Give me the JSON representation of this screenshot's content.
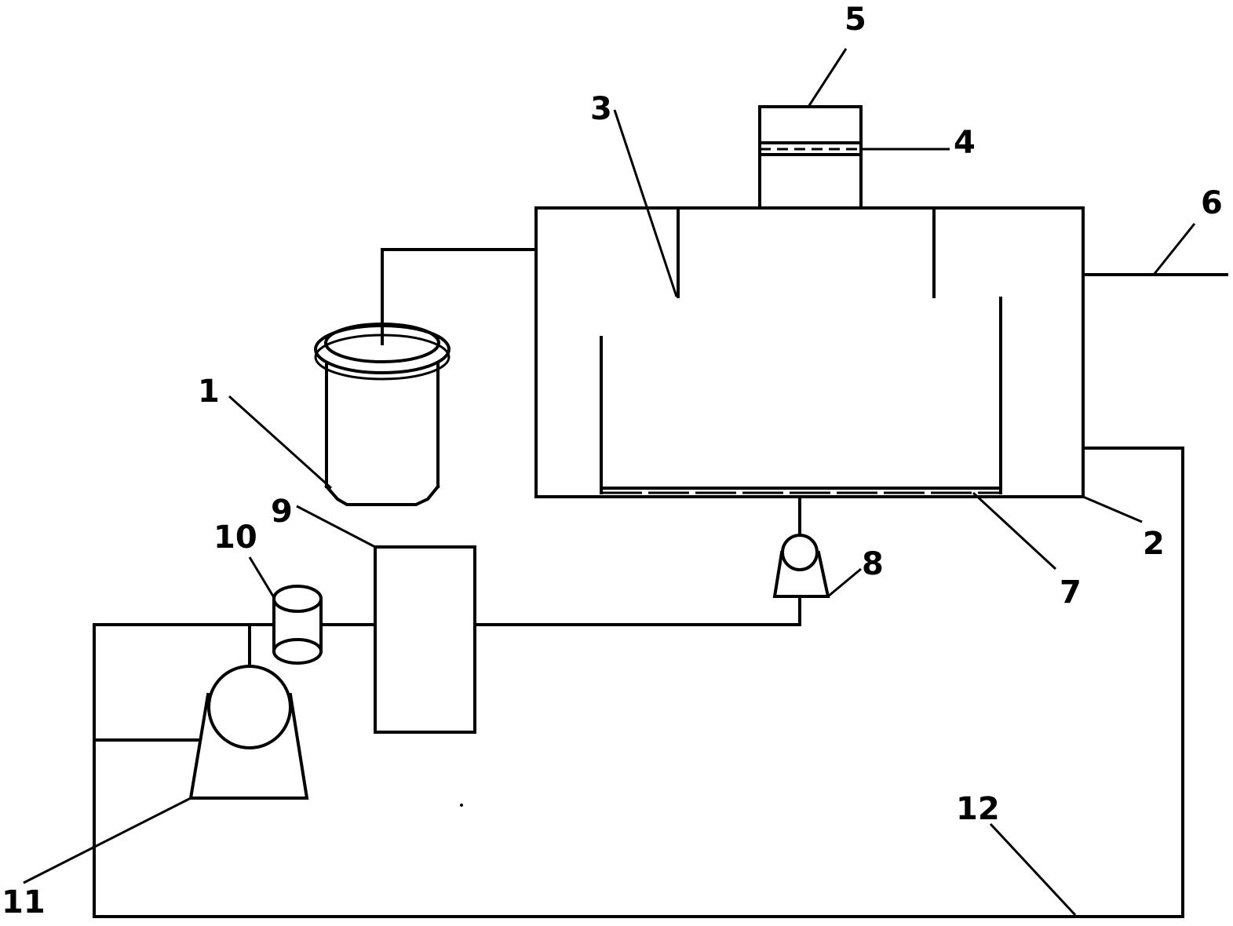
{
  "diagram": {
    "labels": {
      "l1": "1",
      "l2": "2",
      "l3": "3",
      "l4": "4",
      "l5": "5",
      "l6": "6",
      "l7": "7",
      "l8": "8",
      "l9": "9",
      "l10": "10",
      "l11": "11",
      "l12": "12"
    }
  }
}
